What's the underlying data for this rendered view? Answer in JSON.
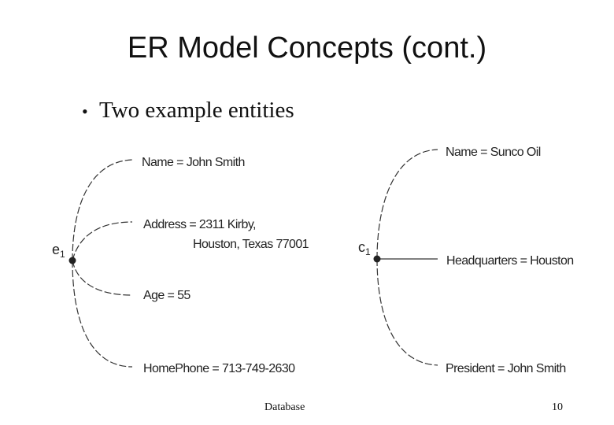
{
  "slide": {
    "title": "ER Model Concepts (cont.)",
    "bullet": "Two example entities",
    "bullet_glyph": "•",
    "footer_left": "Database",
    "footer_right": "10"
  },
  "entities": [
    {
      "label": "e",
      "subscript": "1",
      "attributes": [
        {
          "line1": "Name = John Smith"
        },
        {
          "line1": "Address = 2311 Kirby,",
          "line2": "Houston, Texas 77001"
        },
        {
          "line1": "Age = 55"
        },
        {
          "line1": "HomePhone = 713-749-2630"
        }
      ]
    },
    {
      "label": "c",
      "subscript": "1",
      "attributes": [
        {
          "line1": "Name = Sunco Oil"
        },
        {
          "line1": "Headquarters = Houston"
        },
        {
          "line1": "President = John Smith"
        }
      ]
    }
  ]
}
